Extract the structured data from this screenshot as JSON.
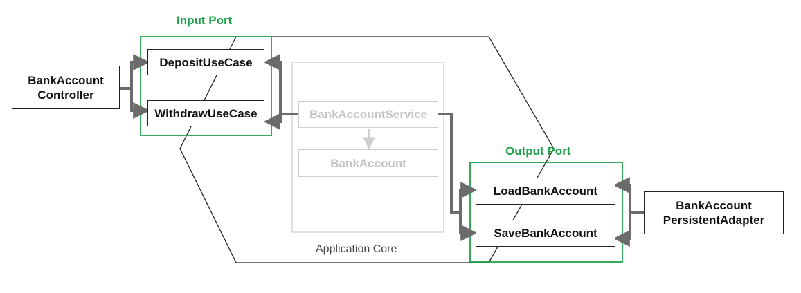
{
  "colors": {
    "port_border": "#1fa34a",
    "port_text": "#1fa34a",
    "arrow": "#6b6b6b",
    "faded_arrow": "#cfcfcf",
    "hexagon": "#222222",
    "core_border": "#cfcfcf"
  },
  "input_port": {
    "title": "Input Port",
    "use_cases": [
      "DepositUseCase",
      "WithdrawUseCase"
    ]
  },
  "output_port": {
    "title": "Output Port",
    "ports": [
      "LoadBankAccount",
      "SaveBankAccount"
    ]
  },
  "application_core": {
    "label": "Application Core",
    "service": "BankAccountService",
    "entity": "BankAccount"
  },
  "adapters": {
    "controller": "BankAccount\nController",
    "persistence": "BankAccount\nPersistentAdapter"
  }
}
